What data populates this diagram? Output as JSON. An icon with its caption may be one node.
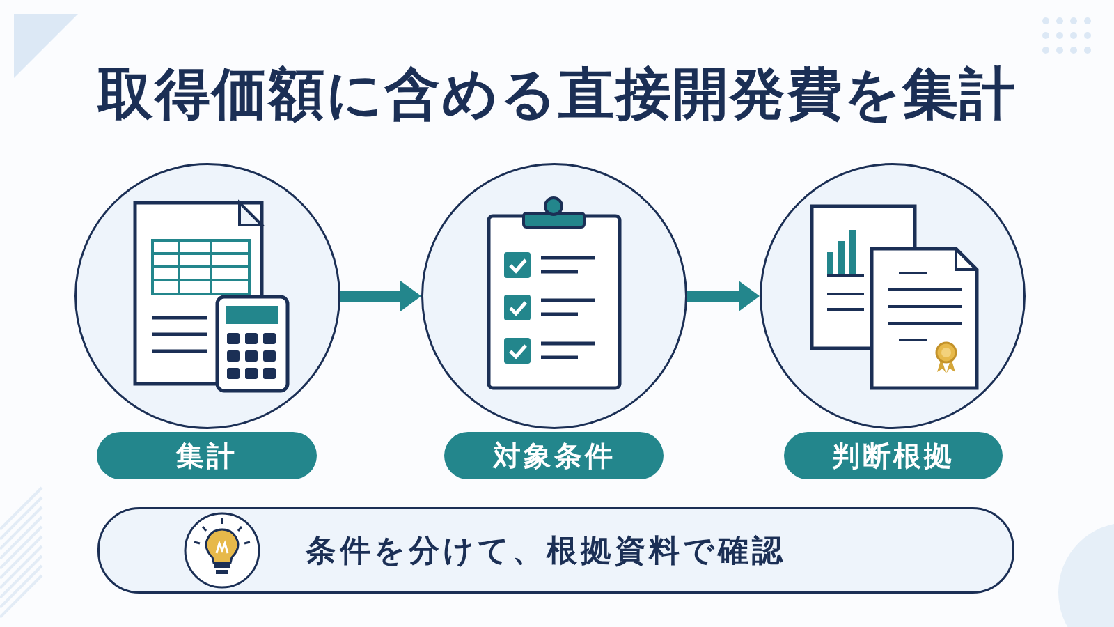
{
  "diagram": {
    "title": "取得価額に含める直接開発費を集計",
    "nodes": [
      {
        "text": [],
        "shape": "circle"
      },
      {
        "text": [],
        "shape": "circle"
      },
      {
        "text": [],
        "shape": "circle"
      },
      {
        "text": [
          "集計"
        ]
      },
      {
        "text": [
          "対象条件"
        ]
      },
      {
        "text": [
          "判断根拠"
        ]
      },
      {
        "text": [
          "条件を分けて、根拠資料で確認"
        ]
      }
    ],
    "edges": [
      {
        "from": 0,
        "to": 1,
        "arrow": "to"
      },
      {
        "from": 1,
        "to": 2,
        "arrow": "to"
      }
    ]
  }
}
